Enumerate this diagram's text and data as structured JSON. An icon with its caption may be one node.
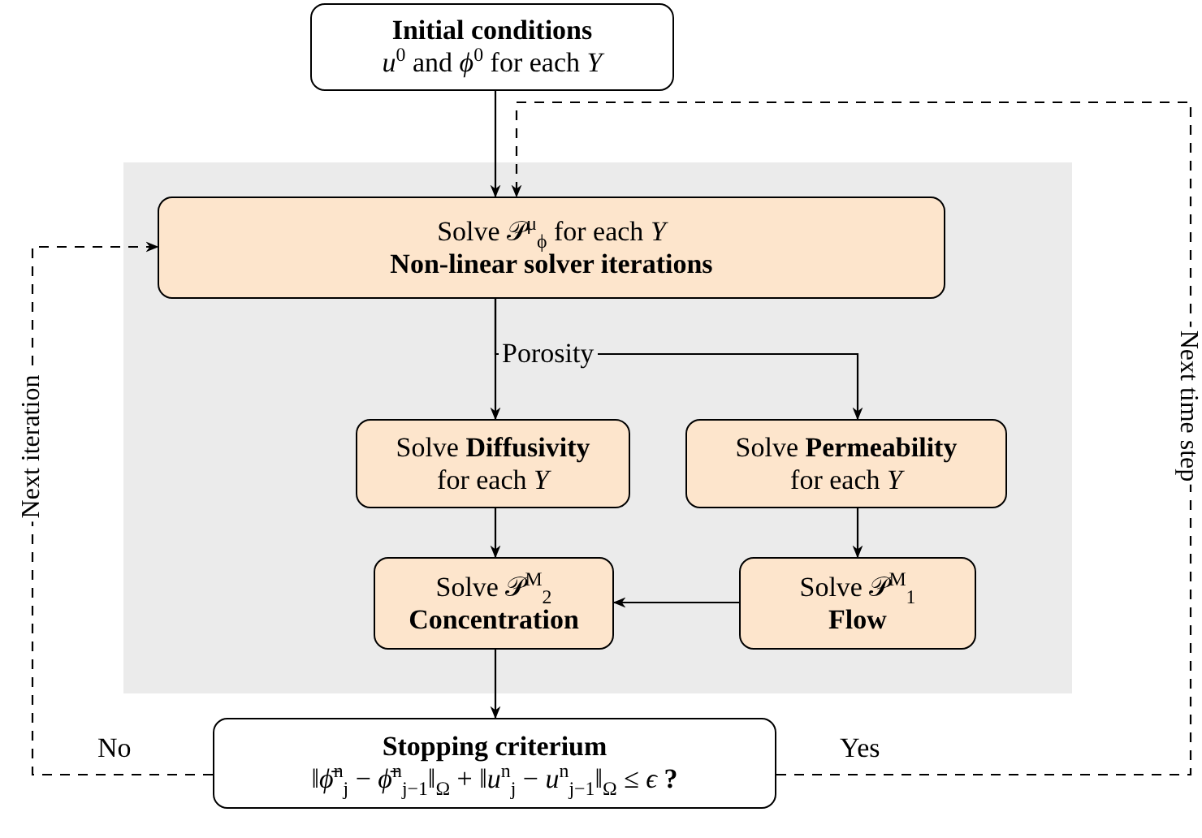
{
  "diagram": {
    "nodes": [
      {
        "text": [
          "Initial conditions",
          "*u*$^{0}$ and *ϕ*$^{0}$ for each *Y*"
        ]
      },
      {
        "text": [],
        "shape": "box"
      },
      {
        "text": [
          "Solve 𝒫$^{μ}$$_{ϕ}$ for each *Y*",
          "Non-linear solver iterations"
        ],
        "in": 1
      },
      {
        "text": [
          "Solve **Diffusivity**",
          "for each *Y*"
        ],
        "in": 1
      },
      {
        "text": [
          "Solve **Permeability**",
          "for each *Y*"
        ],
        "in": 1
      },
      {
        "text": [
          "Solve 𝒫$^{M}$$_{2}$",
          "Concentration"
        ],
        "in": 1
      },
      {
        "text": [
          "Solve 𝒫$^{M}$$_{1}$",
          "Flow"
        ],
        "in": 1
      },
      {
        "text": [
          "Stopping criterium",
          "‖*ϕ̄*$^{n}$$_{j}$ − *ϕ̄*$^{n}$$_{j−1}$‖$_{Ω}$ + ‖*u*$^{n}$$_{j}$ − *u*$^{n}$$_{j−1}$‖$_{Ω}$ ≤ *ϵ* **?**"
        ]
      }
    ],
    "edges": [
      {
        "from": 0,
        "to": 2,
        "arrow": "to"
      },
      {
        "from": 2,
        "to": 3,
        "arrow": "to"
      },
      {
        "from": 2,
        "to": 4,
        "arrow": "to",
        "label": "Porosity"
      },
      {
        "from": 3,
        "to": 5,
        "arrow": "to"
      },
      {
        "from": 4,
        "to": 6,
        "arrow": "to"
      },
      {
        "from": 6,
        "to": 5,
        "arrow": "to"
      },
      {
        "from": 5,
        "to": 7,
        "arrow": "to"
      },
      {
        "from": 7,
        "to": 2,
        "arrow": "to",
        "style": "dashed",
        "label": "No"
      },
      {
        "from": 7,
        "to": 2,
        "arrow": "to",
        "style": "dashed",
        "label": "Yes"
      }
    ],
    "labels": [
      "Next iteration",
      "Next time step"
    ]
  }
}
